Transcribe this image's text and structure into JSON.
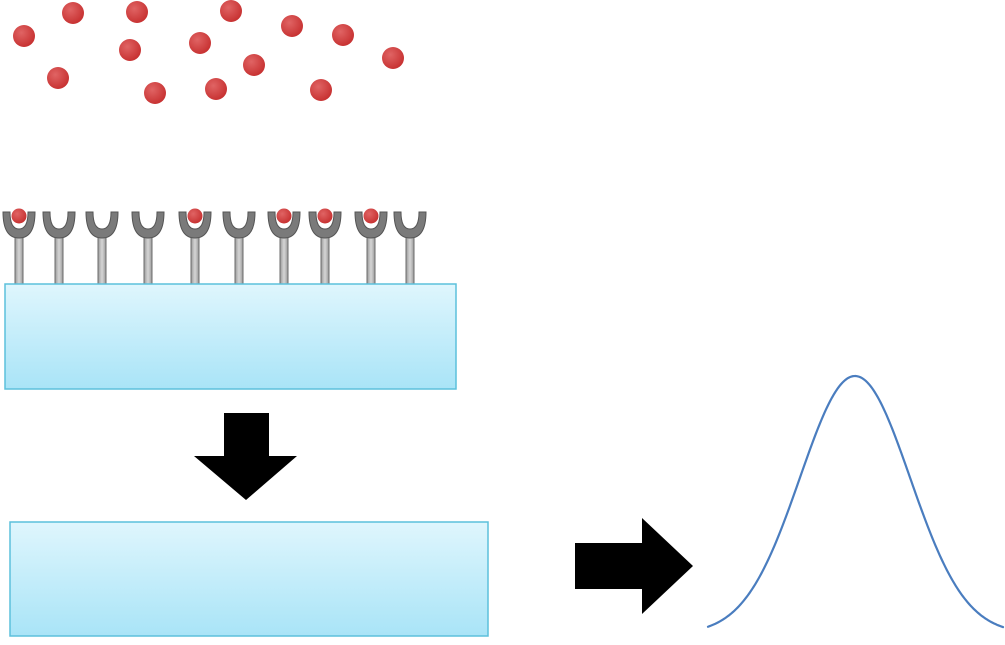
{
  "colors": {
    "analyte": "#c62f2f",
    "analyte_highlight": "#e06464",
    "antibody_cup": "#7a7a7a",
    "antibody_cup_dark": "#555555",
    "antibody_stem": "#d6d6d6",
    "antibody_stem_border": "#6b6b6b",
    "substrate_top": "#dff6fd",
    "substrate_bottom": "#a9e4f7",
    "substrate_border": "#5cc0dc",
    "arrow": "#000000",
    "curve": "#4a7dbf"
  },
  "icons": {
    "free_analyte": "red-sphere",
    "antibody": "y-shaped-antibody",
    "arrow_down": "block-arrow-down",
    "arrow_right": "block-arrow-right",
    "signal_curve": "gaussian-peak"
  },
  "antibodies": [
    {
      "bound": true
    },
    {
      "bound": false
    },
    {
      "bound": false
    },
    {
      "bound": false
    },
    {
      "bound": true
    },
    {
      "bound": false
    },
    {
      "bound": true
    },
    {
      "bound": true
    },
    {
      "bound": true
    },
    {
      "bound": false
    }
  ]
}
